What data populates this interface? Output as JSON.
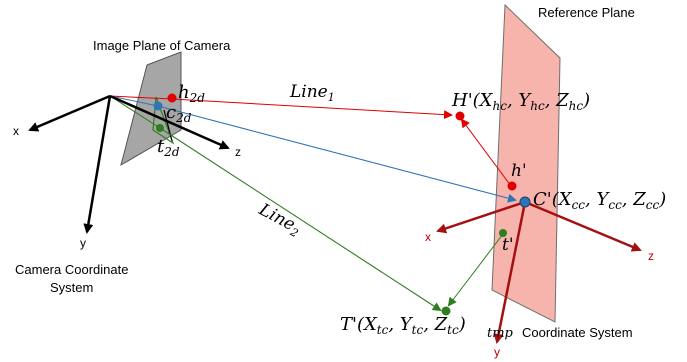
{
  "labels": {
    "reference_plane": "Reference Plane",
    "image_plane": "Image Plane of Camera",
    "camera_cs_line1": "Camera Coordinate",
    "camera_cs_line2": "System",
    "tmp_cs_prefix": "tmp",
    "tmp_cs_suffix": "Coordinate System"
  },
  "camera_axes": {
    "x": "x",
    "y": "y",
    "z": "z"
  },
  "ref_axes": {
    "x": "x",
    "y": "y",
    "z": "z"
  },
  "image_points": {
    "h": "h",
    "h_sub": "2d",
    "c": "c",
    "c_sub": "2d",
    "t": "t",
    "t_sub": "2d"
  },
  "ref_points": {
    "h": "h'",
    "t": "t'"
  },
  "line1": {
    "base": "Line",
    "sub": "1"
  },
  "line2": {
    "base": "Line",
    "sub": "2"
  },
  "H_point": {
    "name": "H'(X",
    "s1": "hc",
    "m1": ", Y",
    "s2": "hc",
    "m2": ", Z",
    "s3": "hc",
    "end": ")"
  },
  "C_point": {
    "name": "C'(X",
    "s1": "cc",
    "m1": ", Y",
    "s2": "cc",
    "m2": ", Z",
    "s3": "cc",
    "end": ")"
  },
  "T_point": {
    "name": "T'(X",
    "s1": "tc",
    "m1": ", Y",
    "s2": "tc",
    "m2": ", Z",
    "s3": "tc",
    "end": ")"
  },
  "colors": {
    "red": "#e00000",
    "blue": "#2e75b6",
    "green": "#2e7d1e",
    "dark_red": "#a50f0f",
    "plane_fill": "#f7b4ad",
    "image_plane_fill": "#a6a6a6"
  }
}
